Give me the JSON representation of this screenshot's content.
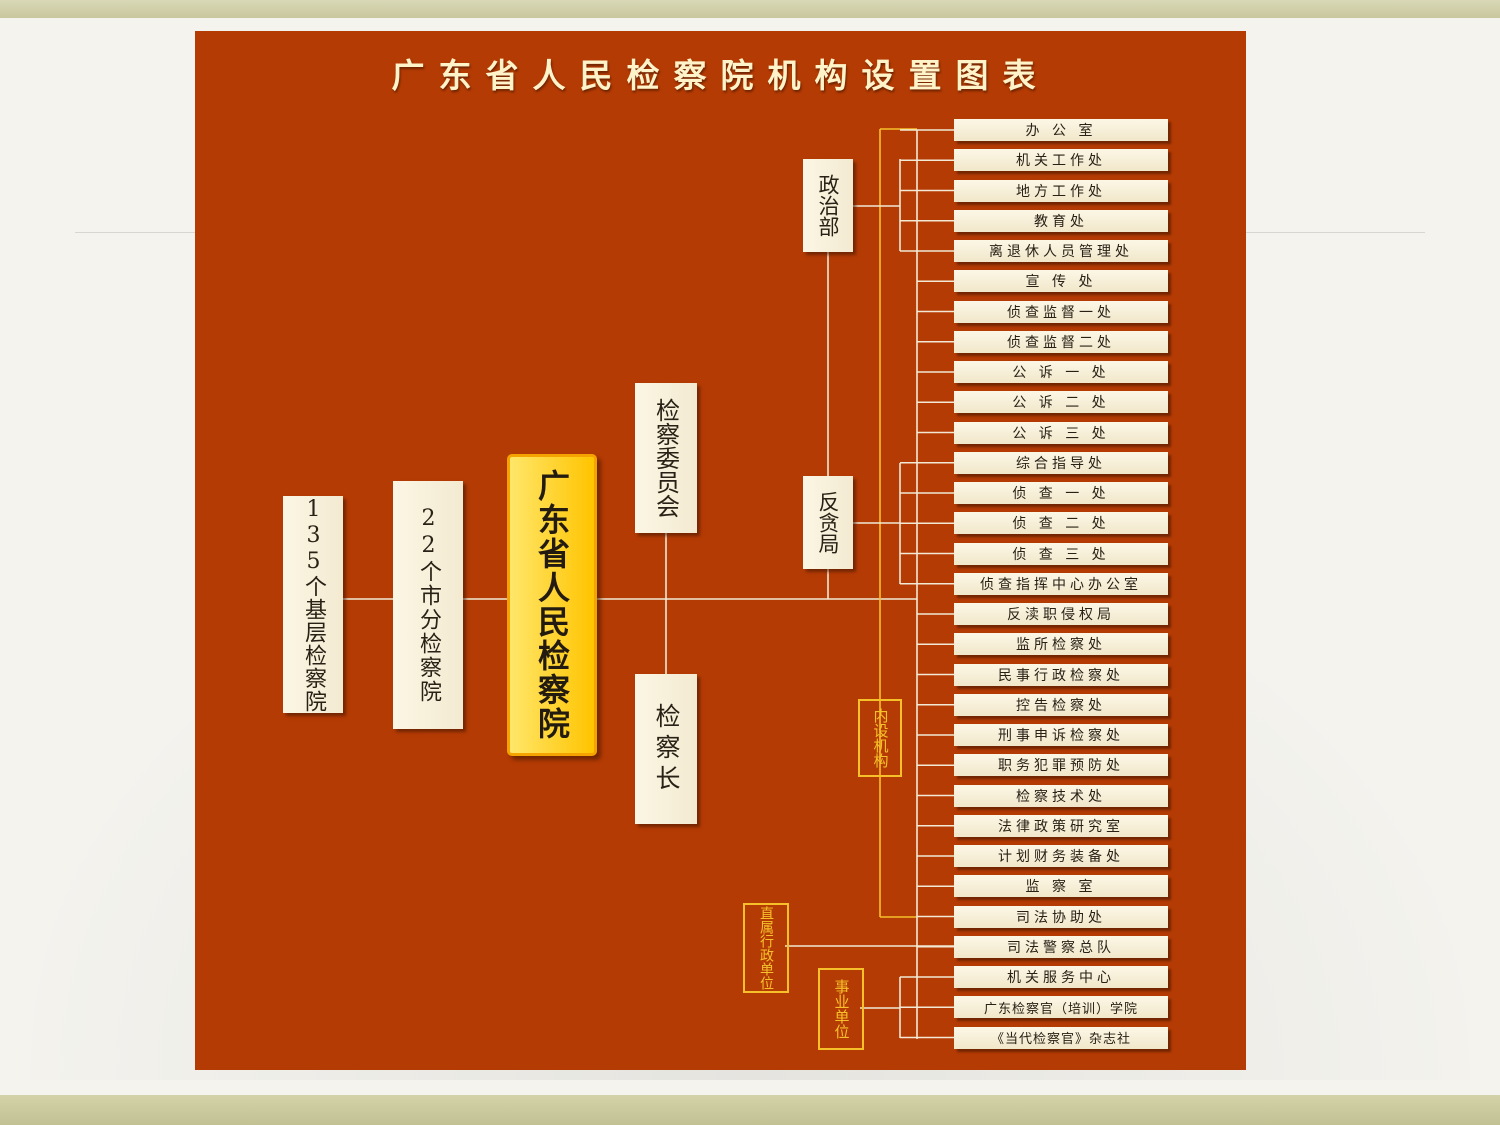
{
  "title": "广东省人民检察院机构设置图表",
  "hierarchy": {
    "base": "135个基层检察院",
    "city": "22个市分检察院",
    "main": "广东省人民检察院",
    "committee": "检察委员会",
    "chief": "检察长",
    "politics": "政治部",
    "anticorruption": "反贪局"
  },
  "groups": {
    "internal": "内设机构",
    "direct": "直属行政单位",
    "public_service": "事业单位"
  },
  "departments": [
    "办 公 室",
    "机关工作处",
    "地方工作处",
    "教育处",
    "离退休人员管理处",
    "宣 传 处",
    "侦查监督一处",
    "侦查监督二处",
    "公 诉 一 处",
    "公 诉 二 处",
    "公 诉 三 处",
    "综合指导处",
    "侦 查 一 处",
    "侦 查 二 处",
    "侦 查 三 处",
    "侦查指挥中心办公室",
    "反渎职侵权局",
    "监所检察处",
    "民事行政检察处",
    "控告检察处",
    "刑事申诉检察处",
    "职务犯罪预防处",
    "检察技术处",
    "法律政策研究室",
    "计划财务装备处",
    "监 察 室",
    "司法协助处",
    "司法警察总队",
    "机关服务中心",
    "广东检察官（培训）学院",
    "《当代检察官》杂志社"
  ],
  "colors": {
    "board": "#b53b04",
    "box": "#f7efd8",
    "highlight": "#ffd21a",
    "group_line": "#f6c02a",
    "connector": "#f2ead4"
  }
}
